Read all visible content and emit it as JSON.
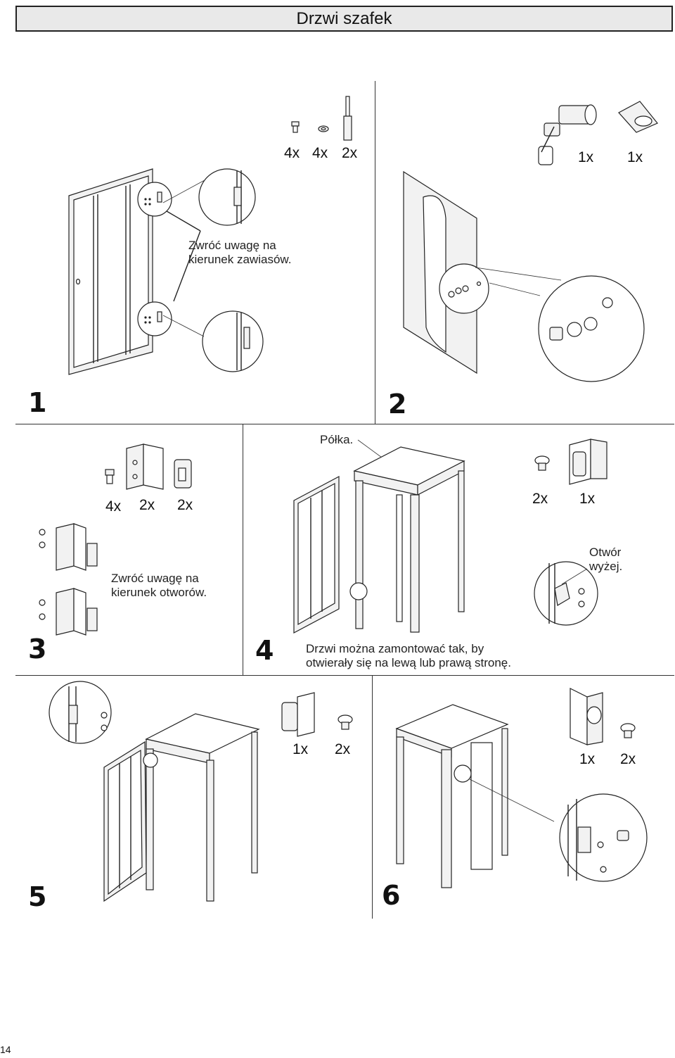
{
  "page": {
    "title": "Drzwi szafek",
    "page_number": "14"
  },
  "steps": [
    {
      "number": "1",
      "quantities": [
        "4x",
        "4x",
        "2x"
      ],
      "note_line1": "Zwróć uwagę na",
      "note_line2": "kierunek zawiasów."
    },
    {
      "number": "2",
      "quantities": [
        "1x",
        "1x"
      ]
    },
    {
      "number": "3",
      "quantities": [
        "4x",
        "2x",
        "2x"
      ],
      "note_line1": "Zwróć uwagę na",
      "note_line2": "kierunek otworów."
    },
    {
      "number": "4",
      "label_shelf": "Półka.",
      "quantities": [
        "2x",
        "1x"
      ],
      "note_hole_line1": "Otwór",
      "note_hole_line2": "wyżej.",
      "note_line1": "Drzwi można zamontować tak, by",
      "note_line2": "otwierały się na lewą lub prawą stronę."
    },
    {
      "number": "5",
      "quantities": [
        "1x",
        "2x"
      ]
    },
    {
      "number": "6",
      "quantities": [
        "1x",
        "2x"
      ]
    }
  ],
  "icons": {
    "screw": "screw-icon",
    "washer": "washer-icon",
    "hinge_pin": "hinge-pin-icon",
    "lock": "lock-with-keys-icon",
    "latch": "latch-plate-icon",
    "hinge": "hinge-bracket-icon"
  }
}
